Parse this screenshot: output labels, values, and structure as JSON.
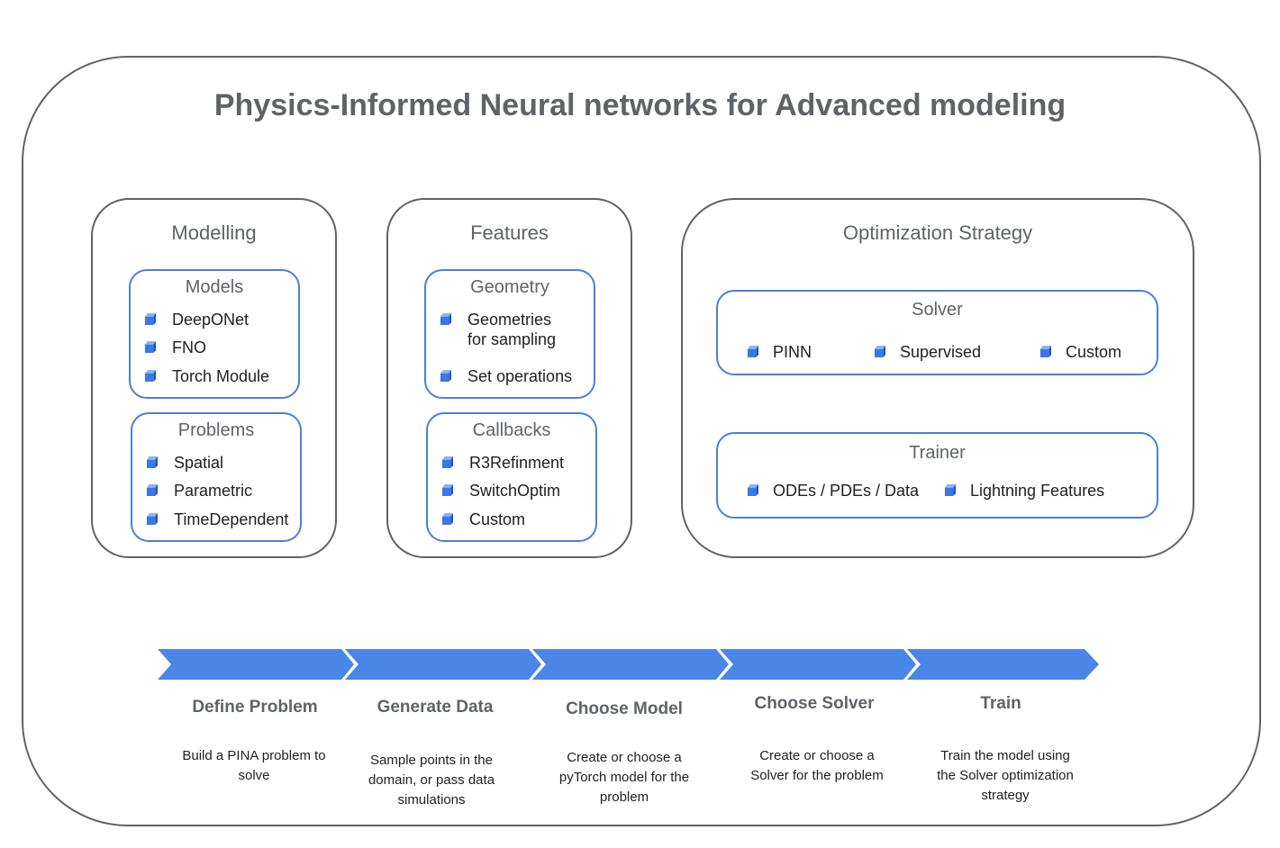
{
  "title": "Physics-Informed Neural networks for Advanced modeling",
  "colors": {
    "accent": "#4a86e8",
    "border": "#5f6368"
  },
  "icons": {
    "bullet": "cube-icon"
  },
  "modelling": {
    "title": "Modelling",
    "models": {
      "title": "Models",
      "items": [
        "DeepONet",
        "FNO",
        "Torch Module"
      ]
    },
    "problems": {
      "title": "Problems",
      "items": [
        "Spatial",
        "Parametric",
        "TimeDependent"
      ]
    }
  },
  "features": {
    "title": "Features",
    "geometry": {
      "title": "Geometry",
      "items": [
        "Geometries for sampling",
        "Set operations"
      ]
    },
    "callbacks": {
      "title": "Callbacks",
      "items": [
        "R3Refinment",
        "SwitchOptim",
        "Custom"
      ]
    }
  },
  "optimization": {
    "title": "Optimization Strategy",
    "solver": {
      "title": "Solver",
      "items": [
        "PINN",
        "Supervised",
        "Custom"
      ]
    },
    "trainer": {
      "title": "Trainer",
      "items": [
        "ODEs / PDEs / Data",
        "Lightning Features"
      ]
    }
  },
  "steps": [
    {
      "title": "Define Problem",
      "desc": "Build a PINA problem to solve"
    },
    {
      "title": "Generate Data",
      "desc": "Sample points in the domain, or pass data simulations"
    },
    {
      "title": "Choose Model",
      "desc": "Create or choose a pyTorch model for the problem"
    },
    {
      "title": "Choose Solver",
      "desc": "Create or choose a Solver  for the problem"
    },
    {
      "title": "Train",
      "desc": "Train the model using the Solver optimization strategy"
    }
  ]
}
